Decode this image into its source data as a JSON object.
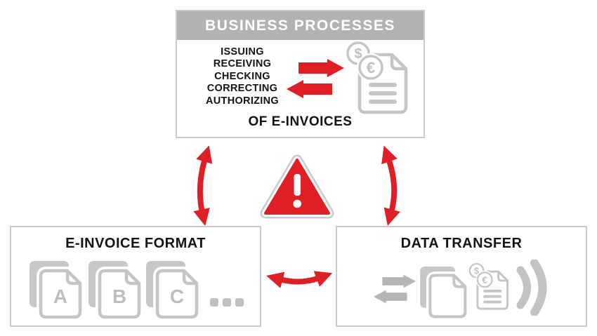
{
  "diagram": {
    "business_processes": {
      "header": "BUSINESS PROCESSES",
      "process_list": [
        "ISSUING",
        "RECEIVING",
        "CHECKING",
        "CORRECTING",
        "AUTHORIZING"
      ],
      "footer": "OF E-INVOICES"
    },
    "e_invoice_format": {
      "title": "E-INVOICE FORMAT",
      "format_labels": [
        "A",
        "B",
        "C"
      ],
      "ellipsis": "..."
    },
    "data_transfer": {
      "title": "DATA TRANSFER"
    },
    "icons": {
      "dollar": "$",
      "euro": "€"
    },
    "colors": {
      "accent_red": "#e01e25",
      "icon_gray": "#c5c5c5",
      "header_gray": "#b2b2b2",
      "border_gray": "#c9c9c9"
    }
  }
}
